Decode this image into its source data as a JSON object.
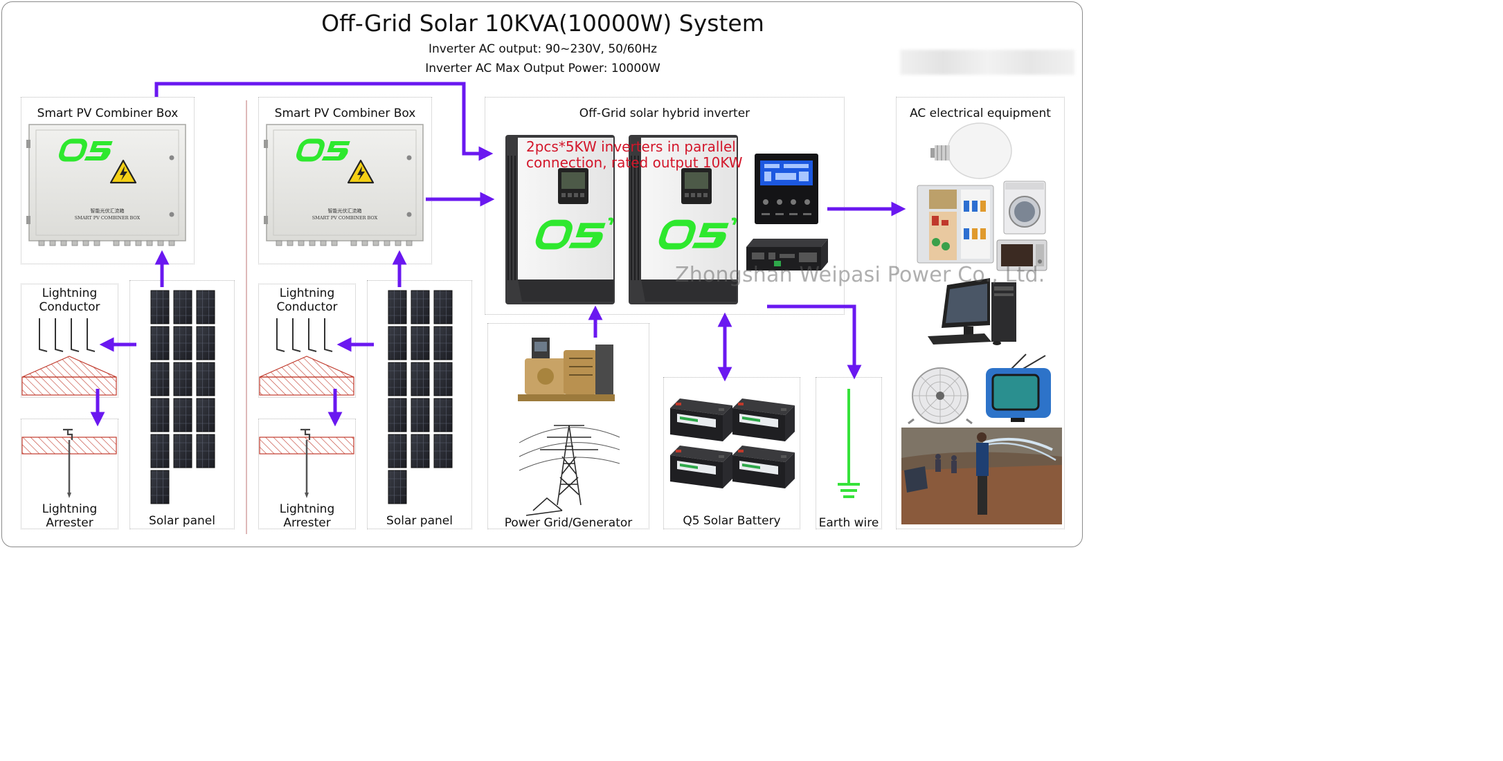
{
  "header": {
    "title": "Off-Grid Solar 10KVA(10000W) System",
    "line1": "Inverter AC output: 90~230V, 50/60Hz",
    "line2": "Inverter AC Max Output Power: 10000W"
  },
  "left_branch": {
    "combiner_label": "Smart PV Combiner Box",
    "combiner_plate": [
      "智能光伏汇流箱",
      "SMART PV COMBINER BOX"
    ],
    "conductor_label": [
      "Lightning",
      "Conductor"
    ],
    "arrester_label": [
      "Lightning",
      "Arrester"
    ],
    "panel_label": "Solar panel"
  },
  "right_branch": {
    "combiner_label": "Smart PV Combiner Box",
    "combiner_plate": [
      "智能光伏汇流箱",
      "SMART PV COMBINER BOX"
    ],
    "conductor_label": [
      "Lightning",
      "Conductor"
    ],
    "arrester_label": [
      "Lightning",
      "Arrester"
    ],
    "panel_label": "Solar panel"
  },
  "inverter": {
    "label": "Off-Grid solar hybrid inverter",
    "note": [
      "2pcs*5KW inverters in parallel",
      "connection, rated output 10KW"
    ],
    "brand": "Q5"
  },
  "grid_label": "Power Grid/Generator",
  "battery_label": "Q5 Solar Battery",
  "earth_label": "Earth wire",
  "ac_label": "AC electrical equipment",
  "watermark": "Zhongshan Weipasi Power Co., Ltd.",
  "colors": {
    "arrow": "#6a18f0",
    "brand_green": "#2ee82e",
    "note_red": "#d3162a",
    "earth_green": "#36e23a",
    "roof_red": "#c0392b"
  },
  "icons": [
    "lightning-warning-icon",
    "bulb-icon",
    "fridge-icon",
    "washer-icon",
    "microwave-icon",
    "computer-icon",
    "fan-icon",
    "tv-icon",
    "battery-icon",
    "generator-icon",
    "pylon-icon",
    "ground-icon"
  ]
}
